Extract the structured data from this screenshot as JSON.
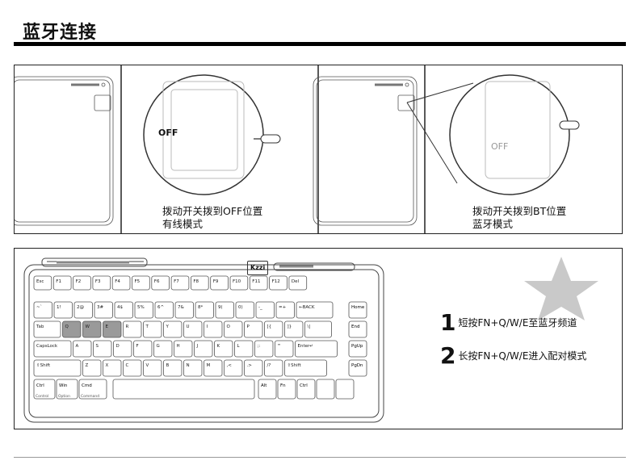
{
  "header": {
    "title": "蓝牙连接"
  },
  "wired_mode": {
    "caption_line1": "拨动开关拨到OFF位置",
    "caption_line2": "有线模式",
    "switch_label": "OFF"
  },
  "bt_mode": {
    "caption_line1": "拨动开关拨到BT位置",
    "caption_line2": "蓝牙模式",
    "switch_label": "OFF"
  },
  "keyboard": {
    "brand": "Kzzi",
    "fn_row": [
      "Esc",
      "F1",
      "F2",
      "F3",
      "F4",
      "F5",
      "F6",
      "F7",
      "F8",
      "F9",
      "F10",
      "F11",
      "F12",
      "Del"
    ],
    "num_row": [
      "~`",
      "1!",
      "2@",
      "3#",
      "4$",
      "5%",
      "6^",
      "7&",
      "8*",
      "9(",
      "0)",
      "-_",
      "=+",
      "←BACK"
    ],
    "q_row": [
      "Tab",
      "Q",
      "W",
      "E",
      "R",
      "T",
      "Y",
      "U",
      "I",
      "O",
      "P",
      "[{",
      "]}",
      "\\|"
    ],
    "a_row": [
      "CapsLock",
      "A",
      "S",
      "D",
      "F",
      "G",
      "H",
      "J",
      "K",
      "L",
      ";:",
      "'\"",
      "Enter↵"
    ],
    "z_row": [
      "⇧Shift",
      "Z",
      "X",
      "C",
      "V",
      "B",
      "N",
      "M",
      ",<",
      ".>",
      "/?",
      "⇧Shift"
    ],
    "bottom_row": [
      "Ctrl",
      "Win",
      "Cmd",
      "Alt",
      "Fn",
      "Ctrl"
    ],
    "nav_keys": [
      "Home",
      "End",
      "PgUp",
      "PgDn"
    ],
    "sub_labels": {
      "ctrl": "Control",
      "win": "Option",
      "cmd": "Command"
    }
  },
  "steps": [
    {
      "num": "1",
      "text": "短按FN+Q/W/E至蓝牙频道"
    },
    {
      "num": "2",
      "text": "长按FN+Q/W/E进入配对模式"
    }
  ]
}
